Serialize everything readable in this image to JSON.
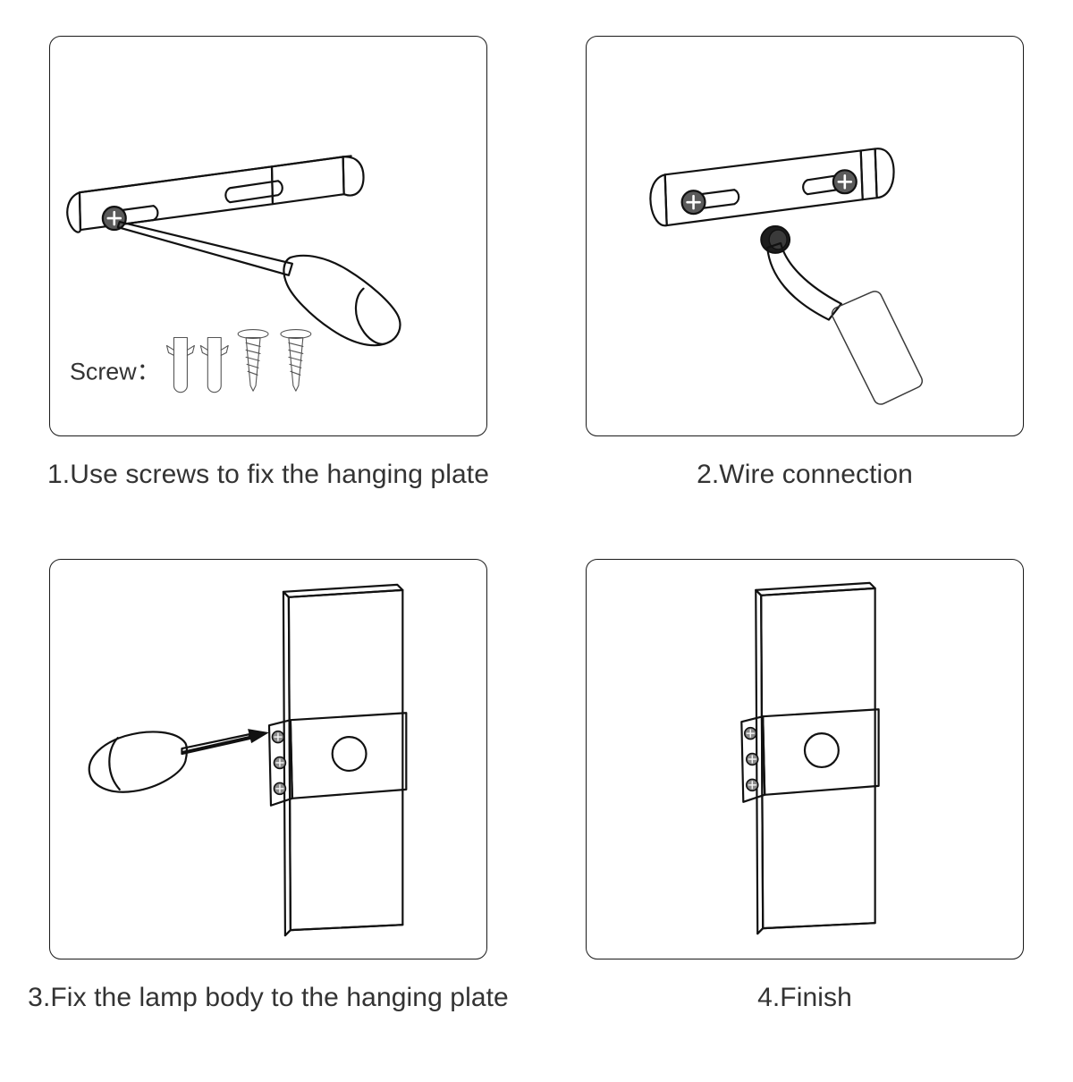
{
  "document": {
    "type": "installation-instructions",
    "title": "Wall lamp installation steps",
    "background_color": "#ffffff",
    "panel_border_color": "#1a1a1a",
    "text_color": "#333333"
  },
  "palette": {
    "plate_face": "#d2d2d2",
    "plate_end_cap": "#9a9a9a",
    "plate_edge": "#bdbdbd",
    "bracket_face": "#8c8c8c",
    "bracket_flange": "#6e6e6e",
    "screw_head": "#5a5a5a",
    "screw_cross": "#ffffff",
    "slot_fill": "#fbfbfb",
    "lamp_face": "#ffffff",
    "lamp_side": "#dcdcdc",
    "lamp_top": "#efefef",
    "cable": "#ededed",
    "terminal_block": "#ebebeb",
    "grommet": "#1d1d1d",
    "outline": "#111111"
  },
  "steps": [
    {
      "number": "1",
      "caption": "1.Use screws to fix the hanging plate",
      "illustration": "hanging-plate-with-screwdriver",
      "parts_label": "Screw：",
      "parts": [
        {
          "name": "wall-anchor",
          "count": 2
        },
        {
          "name": "screw",
          "count": 2
        }
      ],
      "elements": [
        "hanging-plate",
        "plate-slot-left",
        "plate-slot-right",
        "phillips-screw-head",
        "screwdriver"
      ]
    },
    {
      "number": "2",
      "caption": "2.Wire connection",
      "illustration": "plate-mounted-with-wire",
      "elements": [
        "hanging-plate",
        "phillips-screw-left",
        "phillips-screw-right",
        "wall-grommet",
        "power-cable",
        "terminal-block"
      ]
    },
    {
      "number": "3",
      "caption": "3.Fix the lamp body to the hanging plate",
      "illustration": "lamp-body-onto-bracket",
      "elements": [
        "lamp-body",
        "mounting-bracket",
        "bracket-hole",
        "bracket-side-screws",
        "screwdriver",
        "direction-arrow"
      ]
    },
    {
      "number": "4",
      "caption": "4.Finish",
      "illustration": "finished-assembly",
      "elements": [
        "lamp-body",
        "mounting-bracket",
        "bracket-hole",
        "bracket-side-screws"
      ]
    }
  ]
}
